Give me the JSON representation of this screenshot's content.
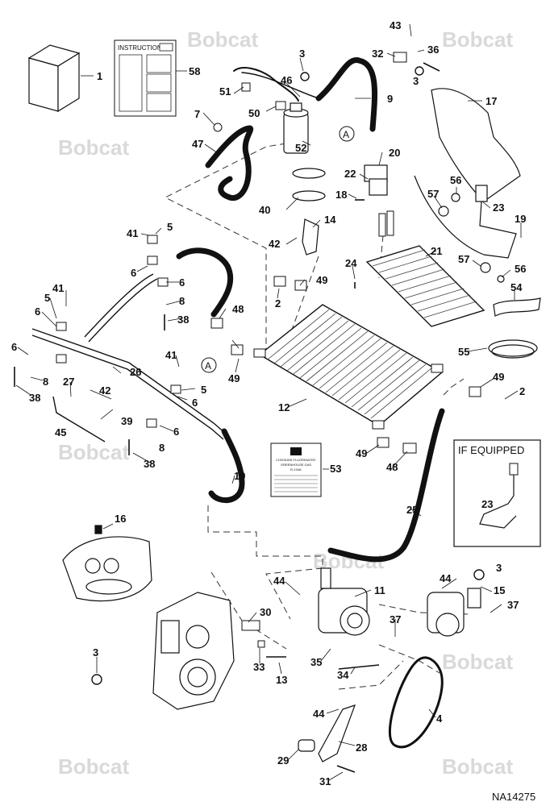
{
  "watermark": "Bobcat",
  "drawing_number": "NA14275",
  "instructions_label": "INSTRUCTIONS",
  "if_equipped_label": "IF EQUIPPED",
  "connector_ref": "A",
  "decal_lines": [
    "CONTAINS FLUORINATED",
    "GREENHOUSE GAS",
    "R-134A"
  ],
  "callouts": [
    "1",
    "58",
    "43",
    "32",
    "36",
    "3",
    "17",
    "51",
    "46",
    "9",
    "50",
    "7",
    "47",
    "52",
    "20",
    "22",
    "18",
    "40",
    "56",
    "57",
    "23",
    "19",
    "41",
    "5",
    "14",
    "42",
    "21",
    "24",
    "6",
    "49",
    "2",
    "54",
    "8",
    "48",
    "38",
    "55",
    "26",
    "27",
    "12",
    "45",
    "39",
    "53",
    "10",
    "25",
    "16",
    "44",
    "11",
    "15",
    "37",
    "30",
    "35",
    "34",
    "33",
    "13",
    "4",
    "28",
    "29",
    "31"
  ]
}
